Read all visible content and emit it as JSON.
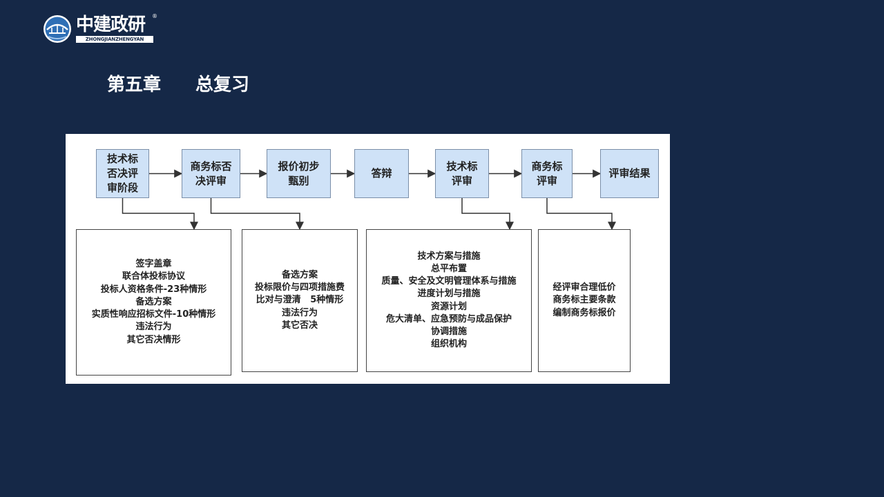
{
  "logo": {
    "name": "中建政研",
    "subtitle": "ZHONGJIANZHENGYAN",
    "registered_mark": "®"
  },
  "title": {
    "chapter": "第五章",
    "topic": "总复习"
  },
  "stages": [
    {
      "id": "s1",
      "label": "技术标\n否决评\n审阶段"
    },
    {
      "id": "s2",
      "label": "商务标否\n决评审"
    },
    {
      "id": "s3",
      "label": "报价初步\n甄别"
    },
    {
      "id": "s4",
      "label": "答辩"
    },
    {
      "id": "s5",
      "label": "技术标\n评审"
    },
    {
      "id": "s6",
      "label": "商务标\n评审"
    },
    {
      "id": "s7",
      "label": "评审结果"
    }
  ],
  "details": [
    {
      "id": "d1",
      "from": "s1",
      "items": [
        "签字盖章",
        "联合体投标协议",
        "投标人资格条件-23种情形",
        "备选方案",
        "实质性响应招标文件-10种情形",
        "违法行为",
        "其它否决情形"
      ]
    },
    {
      "id": "d2",
      "from": "s2",
      "items": [
        "备选方案",
        "投标限价与四项措施费",
        "比对与澄清   5种情形",
        "违法行为",
        "其它否决"
      ]
    },
    {
      "id": "d3",
      "from": "s5",
      "items": [
        "技术方案与措施",
        "总平布置",
        "质量、安全及文明管理体系与措施",
        "进度计划与措施",
        "资源计划",
        "危大清单、应急预防与成品保护",
        "协调措施",
        "组织机构"
      ]
    },
    {
      "id": "d4",
      "from": "s6",
      "items": [
        "经评审合理低价",
        "商务标主要条款",
        "编制商务标报价"
      ]
    }
  ],
  "colors": {
    "background": "#152847",
    "stage_fill": "#cfe2f7",
    "stage_border": "#7a8ea8",
    "connector": "#333333",
    "text": "#222222"
  }
}
